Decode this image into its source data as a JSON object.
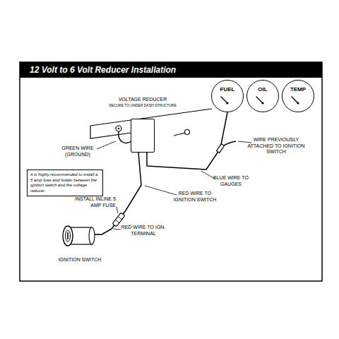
{
  "diagram": {
    "title": "12 Volt to 6 Volt Reducer Installation",
    "nodes": [
      {
        "text": [
          "It is highly recommended to install a 5 amp fuse and holder between the ignition switch and the voltage reducer."
        ]
      },
      {
        "text": [
          "VOLTAGE REDUCER",
          "SECURE TO UNDER DASH STRUCTURE"
        ]
      },
      {
        "text": [
          "FUEL"
        ]
      },
      {
        "text": [
          "OIL"
        ]
      },
      {
        "text": [
          "TEMP"
        ]
      },
      {
        "text": [
          "IGNITION SWITCH"
        ]
      }
    ],
    "edges": [
      {
        "from": 5,
        "to": 1,
        "arrow": "none"
      },
      {
        "from": 1,
        "to": 2,
        "arrow": "none"
      }
    ],
    "labels": [
      "GREEN WIRE (GROUND)",
      "WIRE PREVIOUSLY ATTACHED TO IGNITION SWITCH",
      "BLUE WIRE TO GAUGES",
      "RED WIRE TO IGNITION SWITCH",
      "INSTALL INLINE 5 AMP FUSE",
      "RED WIRE TO IGN. TERMINAL"
    ]
  }
}
